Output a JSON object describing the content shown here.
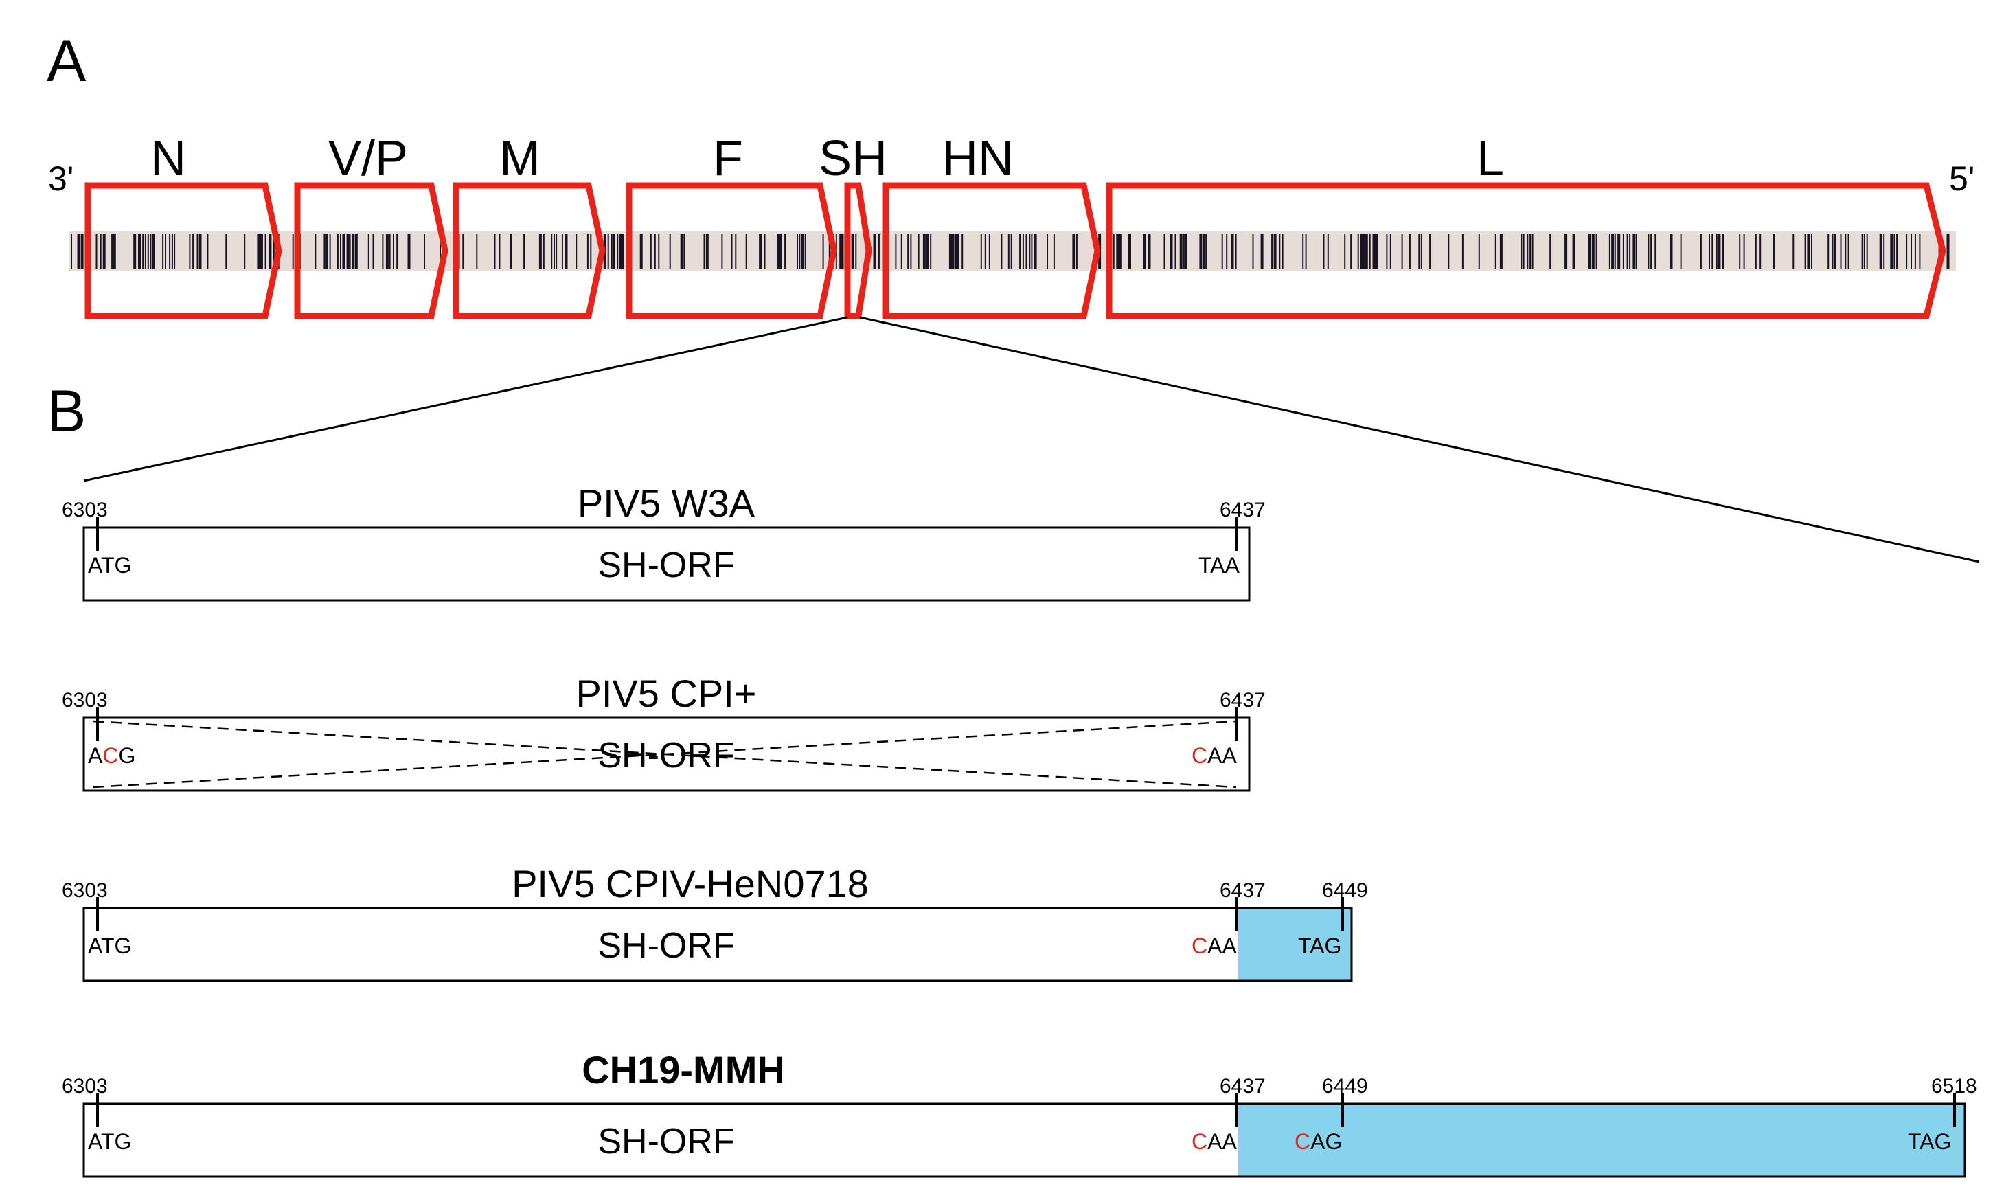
{
  "panels": {
    "a": "A",
    "b": "B"
  },
  "genome": {
    "end_3": "3'",
    "end_5": "5'",
    "genes": [
      "N",
      "V/P",
      "M",
      "F",
      "SH",
      "HN",
      "L"
    ]
  },
  "constructs": [
    {
      "name": "PIV5 W3A",
      "orf": "SH-ORF",
      "positions": [
        "6303",
        "6437"
      ],
      "start_codon": [
        "A",
        "T",
        "G"
      ],
      "stop_codon": [
        "T",
        "A",
        "A"
      ]
    },
    {
      "name": "PIV5 CPI+",
      "orf": "SH-ORF",
      "positions": [
        "6303",
        "6437"
      ],
      "start_codon": [
        "A",
        "C",
        "G"
      ],
      "stop_codon": [
        "C",
        "A",
        "A"
      ]
    },
    {
      "name": "PIV5 CPIV-HeN0718",
      "orf": "SH-ORF",
      "positions": [
        "6303",
        "6437",
        "6449"
      ],
      "start_codon": [
        "A",
        "T",
        "G"
      ],
      "stop_codon": [
        "C",
        "A",
        "A"
      ],
      "ext_codon": "TAG"
    },
    {
      "name": "CH19-MMH",
      "orf": "SH-ORF",
      "positions": [
        "6303",
        "6437",
        "6449",
        "6518"
      ],
      "start_codon": [
        "A",
        "T",
        "G"
      ],
      "stop_codon": [
        "C",
        "A",
        "A"
      ],
      "mid_codon": [
        "C",
        "A",
        "G"
      ],
      "ext_codon": "TAG"
    }
  ],
  "colors": {
    "gene_outline": "#e8231a",
    "mutation": "#e8231a",
    "extension": "#87d3ee",
    "genome_bar": "#e6dcd8"
  }
}
